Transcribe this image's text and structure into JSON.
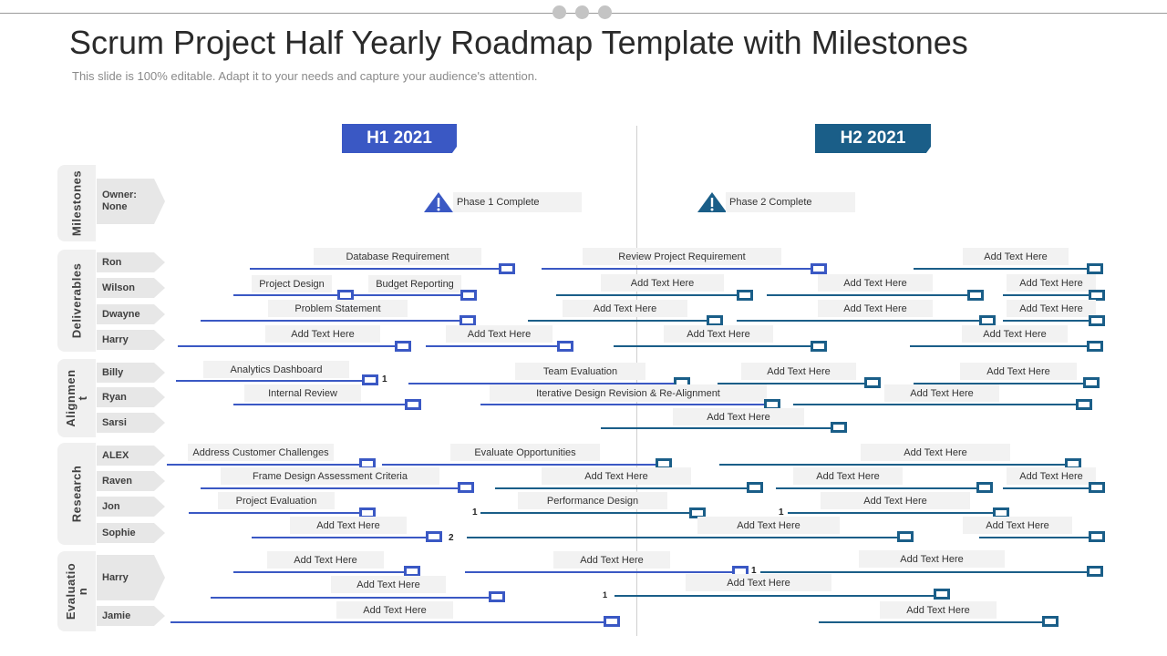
{
  "slide": {
    "title": "Scrum Project Half Yearly Roadmap Template with Milestones",
    "subtitle": "This slide is 100% editable. Adapt it to your needs and capture your audience's attention."
  },
  "periods": [
    {
      "label": "H1 2021",
      "color": "#3a58c4"
    },
    {
      "label": "H2 2021",
      "color": "#1a5e88"
    }
  ],
  "categories": [
    "Milestones",
    "Deliverables",
    "Alignmen t",
    "Research",
    "Evaluatio n"
  ],
  "owners": [
    "Owner: None",
    "Ron",
    "Wilson",
    "Dwayne",
    "Harry",
    "Billy",
    "Ryan",
    "Sarsi",
    "ALEX",
    "Raven",
    "Jon",
    "Sophie",
    "Harry",
    "Jamie"
  ],
  "milestones": [
    "Phase 1 Complete",
    "Phase 2 Complete"
  ],
  "task_labels": [
    "Database Requirement",
    "Review Project Requirement",
    "Add Text Here",
    "Project Design",
    "Budget Reporting",
    "Add Text Here",
    "Add Text Here",
    "Add Text Here",
    "Problem  Statement",
    "Add Text Here",
    "Add Text Here",
    "Add Text Here",
    "Add Text Here",
    "Add Text Here",
    "Add Text Here",
    "Add Text Here",
    "Analytics Dashboard",
    "Team Evaluation",
    "Add Text Here",
    "Add Text Here",
    "Internal Review",
    "Iterative Design Revision & Re-Alignment",
    "Add Text Here",
    "Add Text Here",
    "Address Customer Challenges",
    "Evaluate  Opportunities",
    "Add Text Here",
    "Frame Design Assessment Criteria",
    "Add Text Here",
    "Add Text Here",
    "Add Text Here",
    "Project Evaluation",
    "Performance Design",
    "Add Text Here",
    "Add Text Here",
    "Add Text Here",
    "Add Text Here",
    "Add Text Here",
    "Add Text Here",
    "Add Text Here",
    "Add Text Here",
    "Add Text Here",
    "Add Text Here",
    "Add Text Here"
  ],
  "counts": [
    "1",
    "1",
    "1",
    "2",
    "1",
    "1"
  ]
}
